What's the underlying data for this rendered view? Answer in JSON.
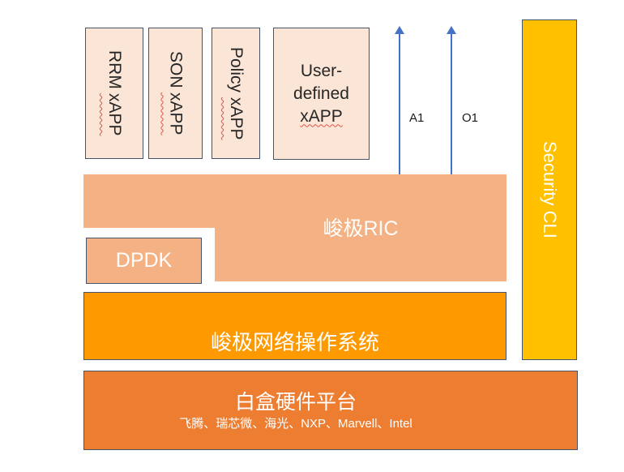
{
  "diagram": {
    "xapps": [
      {
        "name": "RRM",
        "suffix": "xAPP"
      },
      {
        "name": "SON",
        "suffix": "xAPP"
      },
      {
        "name": "Policy",
        "suffix": "xAPP"
      },
      {
        "line1": "User-",
        "line2": "defined",
        "line3": "xAPP"
      }
    ],
    "interfaces": {
      "a1": "A1",
      "o1": "O1"
    },
    "ric": {
      "label": "峻极RIC"
    },
    "dpdk": {
      "label": "DPDK"
    },
    "security_cli": {
      "label": "Security CLI"
    },
    "os": {
      "label": "峻极网络操作系统"
    },
    "platform": {
      "title": "白盒硬件平台",
      "subtitle": "飞腾、瑞芯微、海光、NXP、Marvell、Intel"
    },
    "colors": {
      "xapp_fill": "#FBE5D6",
      "box_border": "#44546A",
      "ric_fill": "#F4B183",
      "os_fill": "#FF9900",
      "security_fill": "#FFC000",
      "platform_fill": "#ED7D31",
      "arrow_blue": "#4472C4",
      "text_light": "#FFFFFF",
      "text_dark": "#262626"
    }
  }
}
